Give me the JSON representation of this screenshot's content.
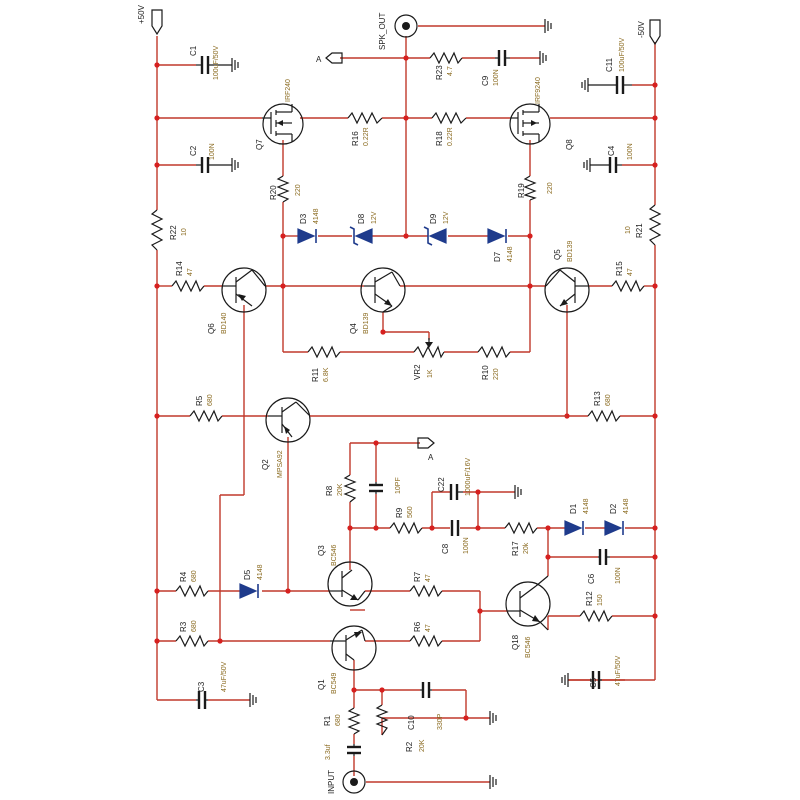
{
  "rails": {
    "vpos": "+50V",
    "vneg": "-50V"
  },
  "nets": {
    "spk_out": "SPK_OUT",
    "input": "INPUT",
    "a_top": "A",
    "a_mid": "A"
  },
  "components": {
    "C1": {
      "name": "C1",
      "value": "100uF/50V"
    },
    "C2": {
      "name": "C2",
      "value": "100N"
    },
    "C3": {
      "name": "C3",
      "value": "47uF/50V"
    },
    "C4": {
      "name": "C4",
      "value": "100N"
    },
    "C5": {
      "name": "C5",
      "value": "47uF/50V"
    },
    "C6": {
      "name": "C6",
      "value": "100N"
    },
    "C7": {
      "name": "",
      "value": "3.3uf"
    },
    "C8": {
      "name": "C8",
      "value": "100N"
    },
    "C9": {
      "name": "C9",
      "value": "100N"
    },
    "C10": {
      "name": "C10",
      "value": "330P"
    },
    "C11": {
      "name": "C11",
      "value": "100uF/50V"
    },
    "C22": {
      "name": "C22",
      "value": "1000uF/16V"
    },
    "C_Q3": {
      "name": "",
      "value": "10PF"
    },
    "R1": {
      "name": "R1",
      "value": "680"
    },
    "R2": {
      "name": "R2",
      "value": "20K"
    },
    "R3": {
      "name": "R3",
      "value": "680"
    },
    "R4": {
      "name": "R4",
      "value": "680"
    },
    "R5": {
      "name": "R5",
      "value": "680"
    },
    "R6": {
      "name": "R6",
      "value": "47"
    },
    "R7": {
      "name": "R7",
      "value": "47"
    },
    "R8": {
      "name": "R8",
      "value": "20K"
    },
    "R9": {
      "name": "R9",
      "value": "560"
    },
    "R10": {
      "name": "R10",
      "value": "220"
    },
    "R11": {
      "name": "R11",
      "value": "6.8K"
    },
    "R12": {
      "name": "R12",
      "value": "150"
    },
    "R13": {
      "name": "R13",
      "value": "680"
    },
    "R14": {
      "name": "R14",
      "value": "47"
    },
    "R15": {
      "name": "R15",
      "value": "47"
    },
    "R16": {
      "name": "R16",
      "value": "0.22R"
    },
    "R17": {
      "name": "R17",
      "value": "20k"
    },
    "R18": {
      "name": "R18",
      "value": "0.22R"
    },
    "R19": {
      "name": "R19",
      "value": "220"
    },
    "R20": {
      "name": "R20",
      "value": "220"
    },
    "R21": {
      "name": "R21",
      "value": "10"
    },
    "R22": {
      "name": "R22",
      "value": "10"
    },
    "R23": {
      "name": "R23",
      "value": "4.7"
    },
    "VR2": {
      "name": "VR2",
      "value": "1K"
    },
    "D1": {
      "name": "D1",
      "value": "4148"
    },
    "D2": {
      "name": "D2",
      "value": "4148"
    },
    "D3": {
      "name": "D3",
      "value": "4148"
    },
    "D5": {
      "name": "D5",
      "value": "4148"
    },
    "D7": {
      "name": "D7",
      "value": "4148"
    },
    "D8": {
      "name": "D8",
      "value": "12V"
    },
    "D9": {
      "name": "D9",
      "value": "12V"
    },
    "Q1": {
      "name": "Q1",
      "value": "BC549"
    },
    "Q2": {
      "name": "Q2",
      "value": "MPSA92"
    },
    "Q3": {
      "name": "Q3",
      "value": "BC546"
    },
    "Q4": {
      "name": "Q4",
      "value": "BD139"
    },
    "Q5": {
      "name": "Q5",
      "value": "BD139"
    },
    "Q6": {
      "name": "Q6",
      "value": "BD140"
    },
    "Q7": {
      "name": "Q7",
      "value": "IRF240"
    },
    "Q8": {
      "name": "Q8",
      "value": "IRF9240"
    },
    "Q18": {
      "name": "Q18",
      "value": "BC546"
    }
  }
}
